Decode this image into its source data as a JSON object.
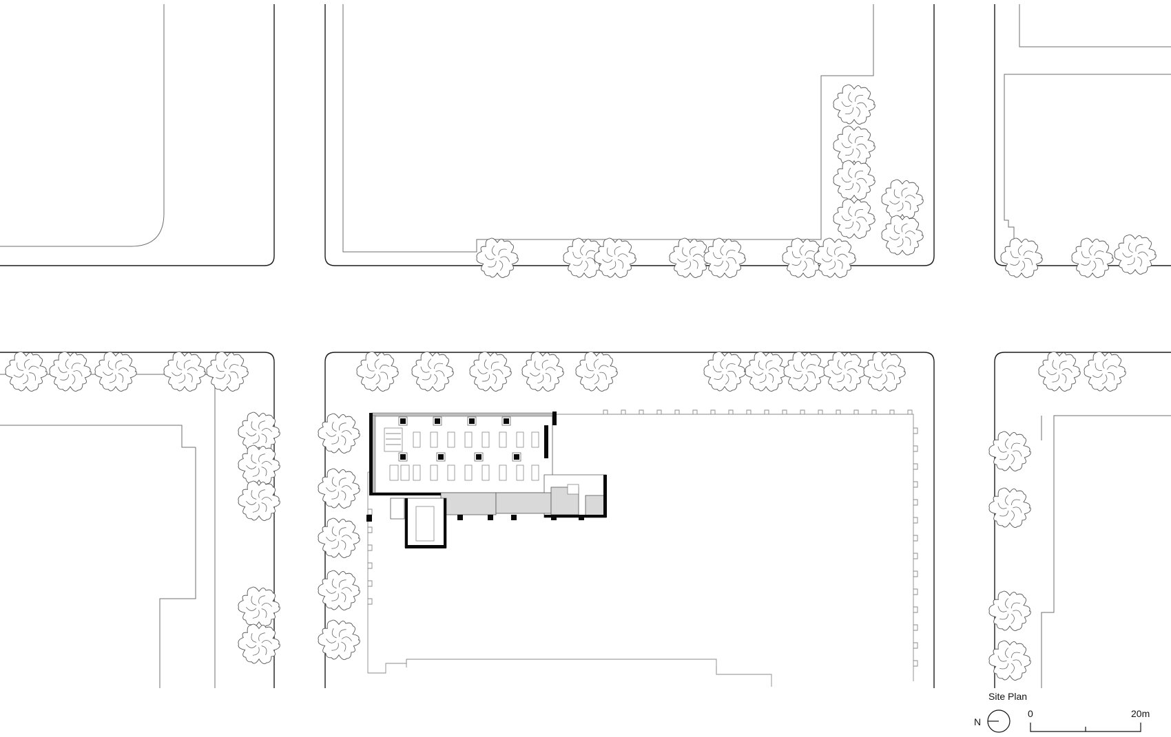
{
  "title": "Site Plan",
  "north_label": "N",
  "scale_bar": {
    "start_label": "0",
    "end_label": "20m"
  }
}
